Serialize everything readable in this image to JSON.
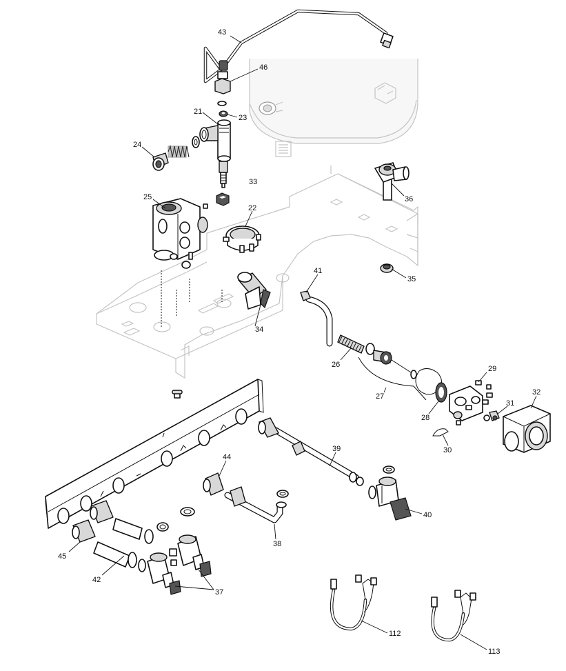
{
  "diagram": {
    "part_labels": [
      {
        "id": "p43",
        "text": "43"
      },
      {
        "id": "p46",
        "text": "46"
      },
      {
        "id": "p21",
        "text": "21"
      },
      {
        "id": "p23",
        "text": "23"
      },
      {
        "id": "p24",
        "text": "24"
      },
      {
        "id": "p33",
        "text": "33"
      },
      {
        "id": "p36",
        "text": "36"
      },
      {
        "id": "p25",
        "text": "25"
      },
      {
        "id": "p22",
        "text": "22"
      },
      {
        "id": "p41",
        "text": "41"
      },
      {
        "id": "p35",
        "text": "35"
      },
      {
        "id": "p34",
        "text": "34"
      },
      {
        "id": "p26",
        "text": "26"
      },
      {
        "id": "p29",
        "text": "29"
      },
      {
        "id": "p27",
        "text": "27"
      },
      {
        "id": "p32",
        "text": "32"
      },
      {
        "id": "p31",
        "text": "31"
      },
      {
        "id": "p28",
        "text": "28"
      },
      {
        "id": "p30",
        "text": "30"
      },
      {
        "id": "p39",
        "text": "39"
      },
      {
        "id": "p44",
        "text": "44"
      },
      {
        "id": "p40",
        "text": "40"
      },
      {
        "id": "p38",
        "text": "38"
      },
      {
        "id": "p45",
        "text": "45"
      },
      {
        "id": "p42",
        "text": "42"
      },
      {
        "id": "p37",
        "text": "37"
      },
      {
        "id": "p112",
        "text": "112"
      },
      {
        "id": "p113",
        "text": "113"
      }
    ]
  }
}
